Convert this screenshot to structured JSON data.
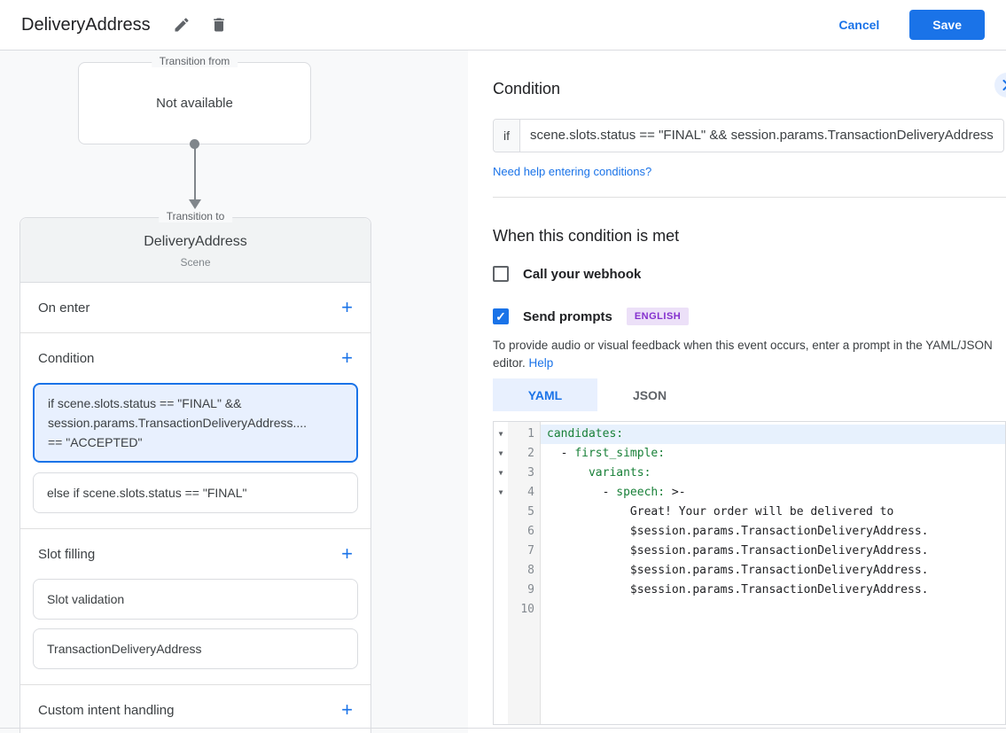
{
  "colors": {
    "accent": "#1a73e8",
    "selected_card_bg": "#e8f0fe",
    "badge_bg": "#ece0f8",
    "badge_text": "#8430ce",
    "code_key_green": "#188038"
  },
  "header": {
    "title": "DeliveryAddress",
    "cancel_label": "Cancel",
    "save_label": "Save"
  },
  "flow": {
    "transition_from": {
      "label": "Transition from",
      "value": "Not available"
    },
    "transition_to": {
      "label": "Transition to",
      "name": "DeliveryAddress",
      "subtitle": "Scene"
    },
    "sections": {
      "on_enter": "On enter",
      "condition": "Condition",
      "slot_filling": "Slot filling",
      "custom_intent": "Custom intent handling"
    },
    "condition_cards": {
      "selected": "if scene.slots.status == \"FINAL\" &&\nsession.params.TransactionDeliveryAddress....\n== \"ACCEPTED\"",
      "else": "else if scene.slots.status == \"FINAL\""
    },
    "slot_cards": {
      "validation": "Slot validation",
      "transaction": "TransactionDeliveryAddress"
    }
  },
  "condition_panel": {
    "heading": "Condition",
    "if_label": "if",
    "if_value": "scene.slots.status == \"FINAL\" && session.params.TransactionDeliveryAddress",
    "help_link": "Need help entering conditions?"
  },
  "when_met": {
    "heading": "When this condition is met",
    "webhook_label": "Call your webhook",
    "prompts_label": "Send prompts",
    "language_badge": "ENGLISH",
    "description": "To provide audio or visual feedback when this event occurs, enter a prompt in the YAML/JSON editor.",
    "help_label": "Help",
    "tab_yaml": "YAML",
    "tab_json": "JSON"
  },
  "editor": {
    "lines": [
      {
        "num": "1",
        "fold": true,
        "highlight": true,
        "segments": [
          {
            "type": "key",
            "text": "candidates:"
          }
        ]
      },
      {
        "num": "2",
        "fold": true,
        "segments": [
          {
            "type": "plain",
            "text": "  - "
          },
          {
            "type": "key",
            "text": "first_simple:"
          }
        ]
      },
      {
        "num": "3",
        "fold": true,
        "segments": [
          {
            "type": "plain",
            "text": "      "
          },
          {
            "type": "key",
            "text": "variants:"
          }
        ]
      },
      {
        "num": "4",
        "fold": true,
        "segments": [
          {
            "type": "plain",
            "text": "        - "
          },
          {
            "type": "key",
            "text": "speech:"
          },
          {
            "type": "plain",
            "text": " >-"
          }
        ]
      },
      {
        "num": "5",
        "segments": [
          {
            "type": "plain",
            "text": "            Great! Your order will be delivered to"
          }
        ]
      },
      {
        "num": "6",
        "segments": [
          {
            "type": "plain",
            "text": "            $session.params.TransactionDeliveryAddress."
          }
        ]
      },
      {
        "num": "7",
        "segments": [
          {
            "type": "plain",
            "text": "            $session.params.TransactionDeliveryAddress."
          }
        ]
      },
      {
        "num": "8",
        "segments": [
          {
            "type": "plain",
            "text": "            $session.params.TransactionDeliveryAddress."
          }
        ]
      },
      {
        "num": "9",
        "segments": [
          {
            "type": "plain",
            "text": "            $session.params.TransactionDeliveryAddress."
          }
        ]
      },
      {
        "num": "10",
        "segments": []
      }
    ]
  }
}
